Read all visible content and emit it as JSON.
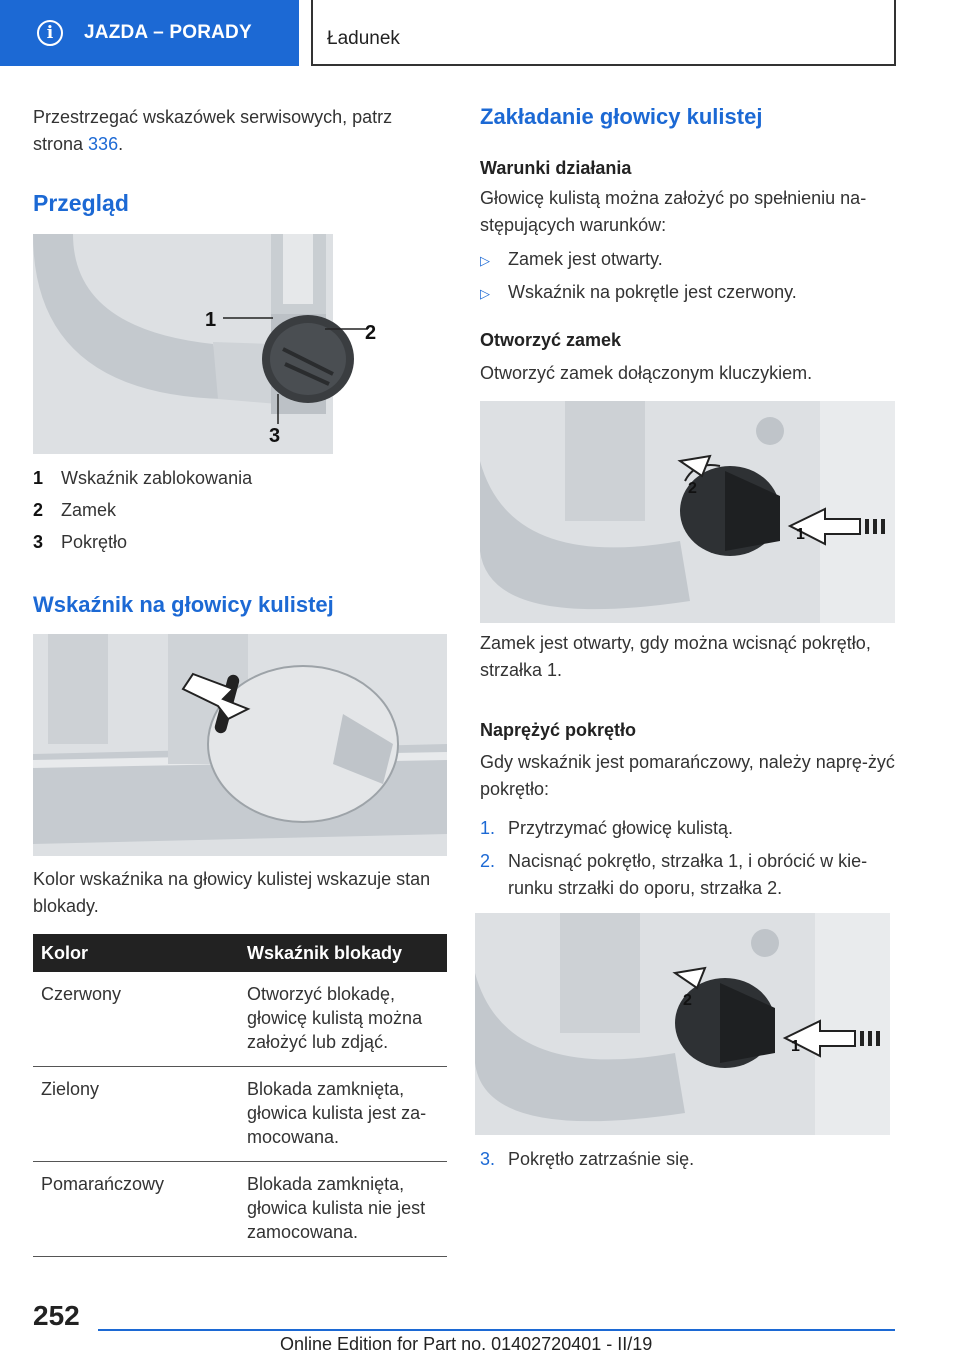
{
  "header": {
    "section_title": "JAZDA – PORADY",
    "page_title": "Ładunek"
  },
  "left": {
    "intro_prefix": "Przestrzegać wskazówek serwisowych, patrz strona",
    "intro_link": "336",
    "intro_suffix": ".",
    "overview_heading": "Przegląd",
    "legend": [
      {
        "num": "1",
        "label": "Wskaźnik zablokowania"
      },
      {
        "num": "2",
        "label": "Zamek"
      },
      {
        "num": "3",
        "label": "Pokrętło"
      }
    ],
    "indicator_heading": "Wskaźnik na głowicy kulistej",
    "indicator_text": "Kolor wskaźnika na głowicy kulistej wskazuje stan blokady.",
    "table": {
      "headers": [
        "Kolor",
        "Wskaźnik blokady"
      ],
      "rows": [
        [
          "Czerwony",
          "Otworzyć blokadę, głowicę kulistą można założyć lub zdjąć."
        ],
        [
          "Zielony",
          "Blokada zamknięta, głowica kulista jest za-mocowana."
        ],
        [
          "Pomarańczowy",
          "Blokada zamknięta, głowica kulista nie jest zamocowana."
        ]
      ]
    }
  },
  "right": {
    "heading": "Zakładanie głowicy kulistej",
    "cond_heading": "Warunki działania",
    "cond_text": "Głowicę kulistą można założyć po spełnieniu na-stępujących warunków:",
    "cond_items": [
      "Zamek jest otwarty.",
      "Wskaźnik na pokrętle jest czerwony."
    ],
    "open_heading": "Otworzyć zamek",
    "open_text": "Otworzyć zamek dołączonym kluczykiem.",
    "open_caption": "Zamek jest otwarty, gdy można wcisnąć pokrętło, strzałka 1.",
    "tension_heading": "Naprężyć pokrętło",
    "tension_text": "Gdy wskaźnik jest pomarańczowy, należy naprę-żyć pokrętło:",
    "steps": [
      {
        "num": "1.",
        "text": "Przytrzymać głowicę kulistą."
      },
      {
        "num": "2.",
        "text": "Nacisnąć pokrętło, strzałka 1, i obrócić w kie-runku strzałki do oporu, strzałka 2."
      }
    ],
    "step3": {
      "num": "3.",
      "text": "Pokrętło zatrzaśnie się."
    }
  },
  "figures": {
    "overview_callouts": [
      "1",
      "2",
      "3"
    ],
    "arrow_callouts": [
      "1",
      "2"
    ]
  },
  "footer": {
    "page_number": "252",
    "edition": "Online Edition for Part no. 01402720401 - II/19"
  }
}
